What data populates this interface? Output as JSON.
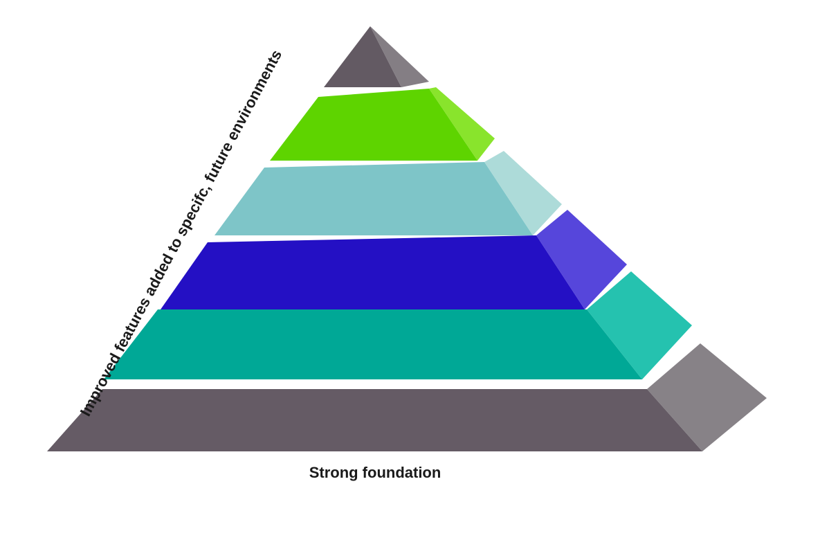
{
  "diagram": {
    "side_label": "Improved features added to specifc, future environments",
    "base_label": "Strong foundation",
    "layers": [
      {
        "name": "apex",
        "front": "#635a63",
        "side": "#7a737a"
      },
      {
        "name": "green",
        "front": "#5ed400",
        "side": "#7fe21a"
      },
      {
        "name": "light-blue",
        "front": "#7ec5c8",
        "side": "#a6d8d6"
      },
      {
        "name": "blue",
        "front": "#2410c4",
        "side": "#4836d8"
      },
      {
        "name": "teal",
        "front": "#00a896",
        "side": "#12bda8"
      },
      {
        "name": "base",
        "front": "#655b65",
        "side": "#7d777d"
      }
    ]
  }
}
